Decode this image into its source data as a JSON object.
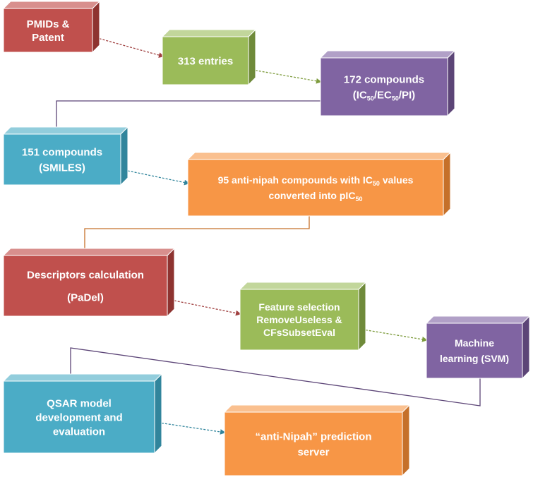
{
  "boxes": [
    {
      "id": "pmids",
      "color": "red",
      "lines": [
        [
          {
            "t": "PMIDs &"
          }
        ],
        [
          {
            "t": "Patent"
          }
        ]
      ]
    },
    {
      "id": "entries",
      "color": "green",
      "lines": [
        [
          {
            "t": "313 entries"
          }
        ]
      ]
    },
    {
      "id": "compounds172",
      "color": "purple",
      "lines": [
        [
          {
            "t": "172 compounds"
          }
        ],
        [
          {
            "t": "(IC"
          },
          {
            "t": "50",
            "sub": true
          },
          {
            "t": "/EC"
          },
          {
            "t": "50",
            "sub": true
          },
          {
            "t": "/PI)"
          }
        ]
      ]
    },
    {
      "id": "compounds151",
      "color": "blue",
      "lines": [
        [
          {
            "t": "151 compounds"
          }
        ],
        [
          {
            "t": "(SMILES)"
          }
        ]
      ]
    },
    {
      "id": "antinipah95",
      "color": "orange",
      "lines": [
        [
          {
            "t": "95 anti-nipah compounds with IC"
          },
          {
            "t": "50",
            "sub": true
          },
          {
            "t": " values"
          }
        ],
        [
          {
            "t": "converted into pIC"
          },
          {
            "t": "50",
            "sub": true
          }
        ]
      ]
    },
    {
      "id": "descriptors",
      "color": "red",
      "lines": [
        [
          {
            "t": "Descriptors calculation"
          }
        ],
        [
          {
            "t": ""
          }
        ],
        [
          {
            "t": "(PaDel)"
          }
        ]
      ]
    },
    {
      "id": "feature",
      "color": "green",
      "lines": [
        [
          {
            "t": "Feature selection"
          }
        ],
        [
          {
            "t": "RemoveUseless &"
          }
        ],
        [
          {
            "t": "CFsSubsetEval"
          }
        ]
      ]
    },
    {
      "id": "ml",
      "color": "purple",
      "lines": [
        [
          {
            "t": "Machine"
          }
        ],
        [
          {
            "t": "learning (SVM)"
          }
        ]
      ]
    },
    {
      "id": "qsar",
      "color": "blue",
      "lines": [
        [
          {
            "t": "QSAR model"
          }
        ],
        [
          {
            "t": "development and"
          }
        ],
        [
          {
            "t": "evaluation"
          }
        ]
      ]
    },
    {
      "id": "server",
      "color": "orange",
      "lines": [
        [
          {
            "t": "“anti-Nipah”  prediction"
          }
        ],
        [
          {
            "t": "server"
          }
        ]
      ]
    }
  ],
  "connectors": [
    {
      "from": "pmids",
      "to": "entries",
      "color": "red"
    },
    {
      "from": "entries",
      "to": "compounds172",
      "color": "green"
    },
    {
      "from": "compounds172",
      "to": "compounds151",
      "color": "purple"
    },
    {
      "from": "compounds151",
      "to": "antinipah95",
      "color": "blue"
    },
    {
      "from": "antinipah95",
      "to": "descriptors",
      "color": "orange"
    },
    {
      "from": "descriptors",
      "to": "feature",
      "color": "red"
    },
    {
      "from": "feature",
      "to": "ml",
      "color": "green"
    },
    {
      "from": "ml",
      "to": "qsar",
      "color": "purple"
    },
    {
      "from": "qsar",
      "to": "server",
      "color": "blue"
    }
  ],
  "palette": {
    "red": {
      "front": "#c0504d",
      "top": "#d88f8d",
      "side": "#8e3330",
      "line": "#a04040"
    },
    "green": {
      "front": "#9bbb59",
      "top": "#c2d69b",
      "side": "#6f8a3a",
      "line": "#7e9c3e"
    },
    "purple": {
      "front": "#8064a2",
      "top": "#b1a0c7",
      "side": "#5c4577",
      "line": "#5c4577"
    },
    "blue": {
      "front": "#4bacc6",
      "top": "#92cddc",
      "side": "#31859c",
      "line": "#31859c"
    },
    "orange": {
      "front": "#f79646",
      "top": "#fac08f",
      "side": "#c5702a",
      "line": "#c5702a"
    }
  }
}
